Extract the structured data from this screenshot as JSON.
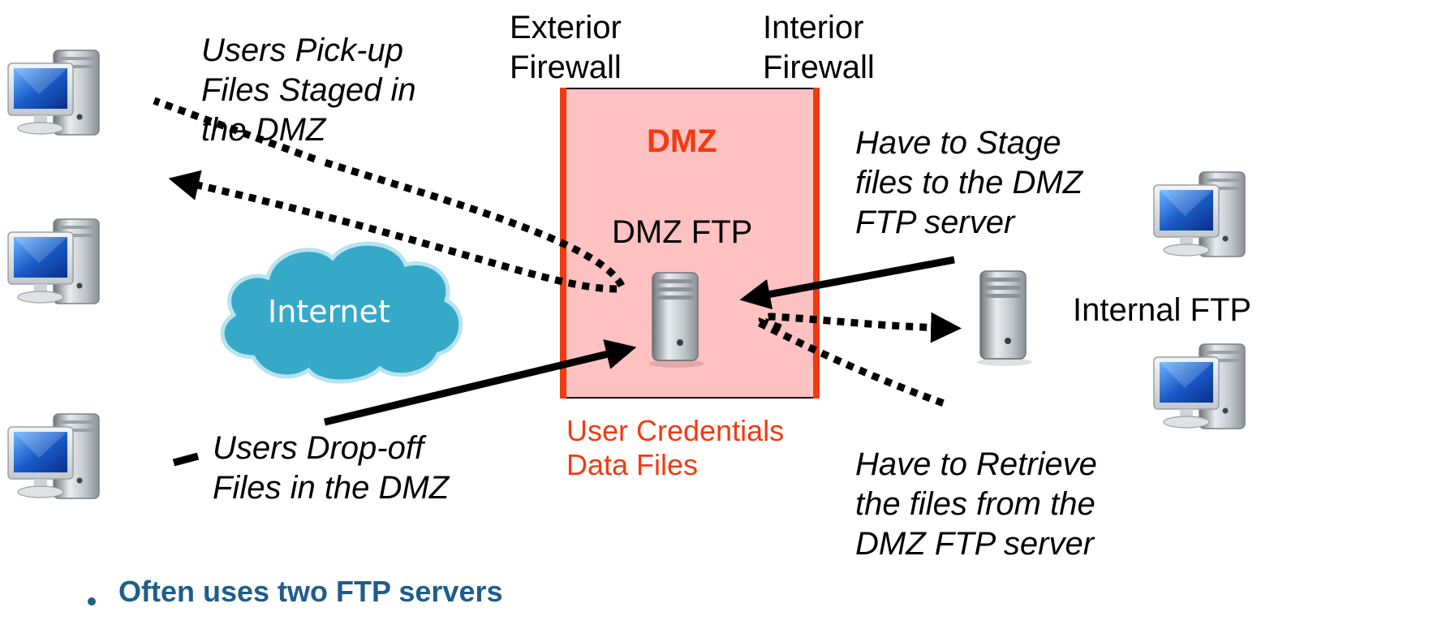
{
  "firewalls": {
    "exterior": [
      "Exterior",
      "Firewall"
    ],
    "interior": [
      "Interior",
      "Firewall"
    ]
  },
  "dmz": {
    "title": "DMZ",
    "server_label": "DMZ FTP",
    "contents": [
      "User Credentials",
      "Data Files"
    ]
  },
  "internet": {
    "label": "Internet"
  },
  "internal": {
    "server_label": "Internal FTP"
  },
  "annotations": {
    "pickup": [
      "Users Pick-up",
      "Files Staged in",
      "the DMZ"
    ],
    "dropoff": [
      "Users Drop-off",
      "Files in the DMZ"
    ],
    "stage": [
      "Have to Stage",
      "files to the DMZ",
      "FTP server"
    ],
    "retrieve": [
      "Have to Retrieve",
      "the files from the",
      "DMZ FTP server"
    ]
  },
  "bullet": {
    "text": "Often uses two FTP servers"
  },
  "colors": {
    "dmz_fill": "#ffc1c1",
    "firewall": "#ef3b12",
    "dmz_text": "#f23a12",
    "cloud": "#36a9c9",
    "bullet": "#1f5d8a"
  },
  "icons": [
    "desktop-computer-icon",
    "server-tower-icon",
    "cloud-icon"
  ]
}
